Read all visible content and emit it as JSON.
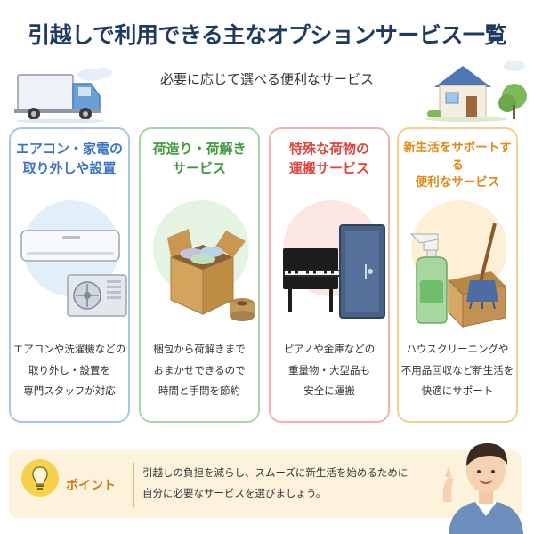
{
  "header": {
    "title": "引越しで利用できる主なオプションサービス一覧",
    "subtitle": "必要に応じて選べる便利なサービス"
  },
  "cards": [
    {
      "title_lines": [
        "エアコン・家電の",
        "取り外しや設置"
      ],
      "desc_lines": [
        "エアコンや洗濯機などの",
        "取り外し・設置を",
        "専門スタッフが対応"
      ],
      "accent": "#3b73c6",
      "border": "#a9c4ea",
      "blob": "#e3eefb",
      "illustration": "air-conditioner-icon"
    },
    {
      "title_lines": [
        "荷造り・荷解き",
        "サービス"
      ],
      "desc_lines": [
        "梱包から荷解きまで",
        "おまかせできるので",
        "時間と手間を節約"
      ],
      "accent": "#3f9a3f",
      "border": "#a8d4a8",
      "blob": "#e4f3e2",
      "illustration": "cardboard-box-icon"
    },
    {
      "title_lines": [
        "特殊な荷物の",
        "運搬サービス"
      ],
      "desc_lines": [
        "ピアノや金庫などの",
        "重量物・大型品も",
        "安全に運搬"
      ],
      "accent": "#d8483f",
      "border": "#f0b3ad",
      "blob": "#fbe6e3",
      "illustration": "piano-safe-icon"
    },
    {
      "title_lines": [
        "新生活をサポートする",
        "便利なサービス"
      ],
      "desc_lines": [
        "ハウスクリーニングや",
        "不用品回収など新生活を",
        "快適にサポート"
      ],
      "accent": "#e08a17",
      "border": "#f3cf92",
      "blob": "#fdf0d7",
      "illustration": "cleaning-supplies-icon"
    }
  ],
  "point": {
    "label": "ポイント",
    "text_lines": [
      "引越しの負担を減らし、スムーズに新生活を始めるために",
      "自分に必要なサービスを選びましょう。"
    ]
  }
}
